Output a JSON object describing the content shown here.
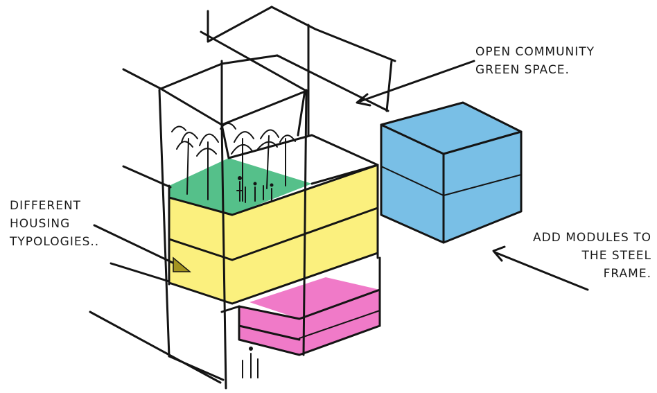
{
  "annotations": {
    "green_space": [
      "OPEN COMMUNITY",
      "GREEN SPACE."
    ],
    "housing": [
      "DIFFERENT",
      "HOUSING",
      "TYPOLOGIES.."
    ],
    "modules": [
      "ADD MODULES TO",
      "THE STEEL",
      "FRAME."
    ]
  },
  "colors": {
    "green_space": "#55c08a",
    "housing_yellow": "#fbf07e",
    "module_pink": "#f07ac8",
    "module_blue": "#79bfe6",
    "ink": "#141414"
  }
}
